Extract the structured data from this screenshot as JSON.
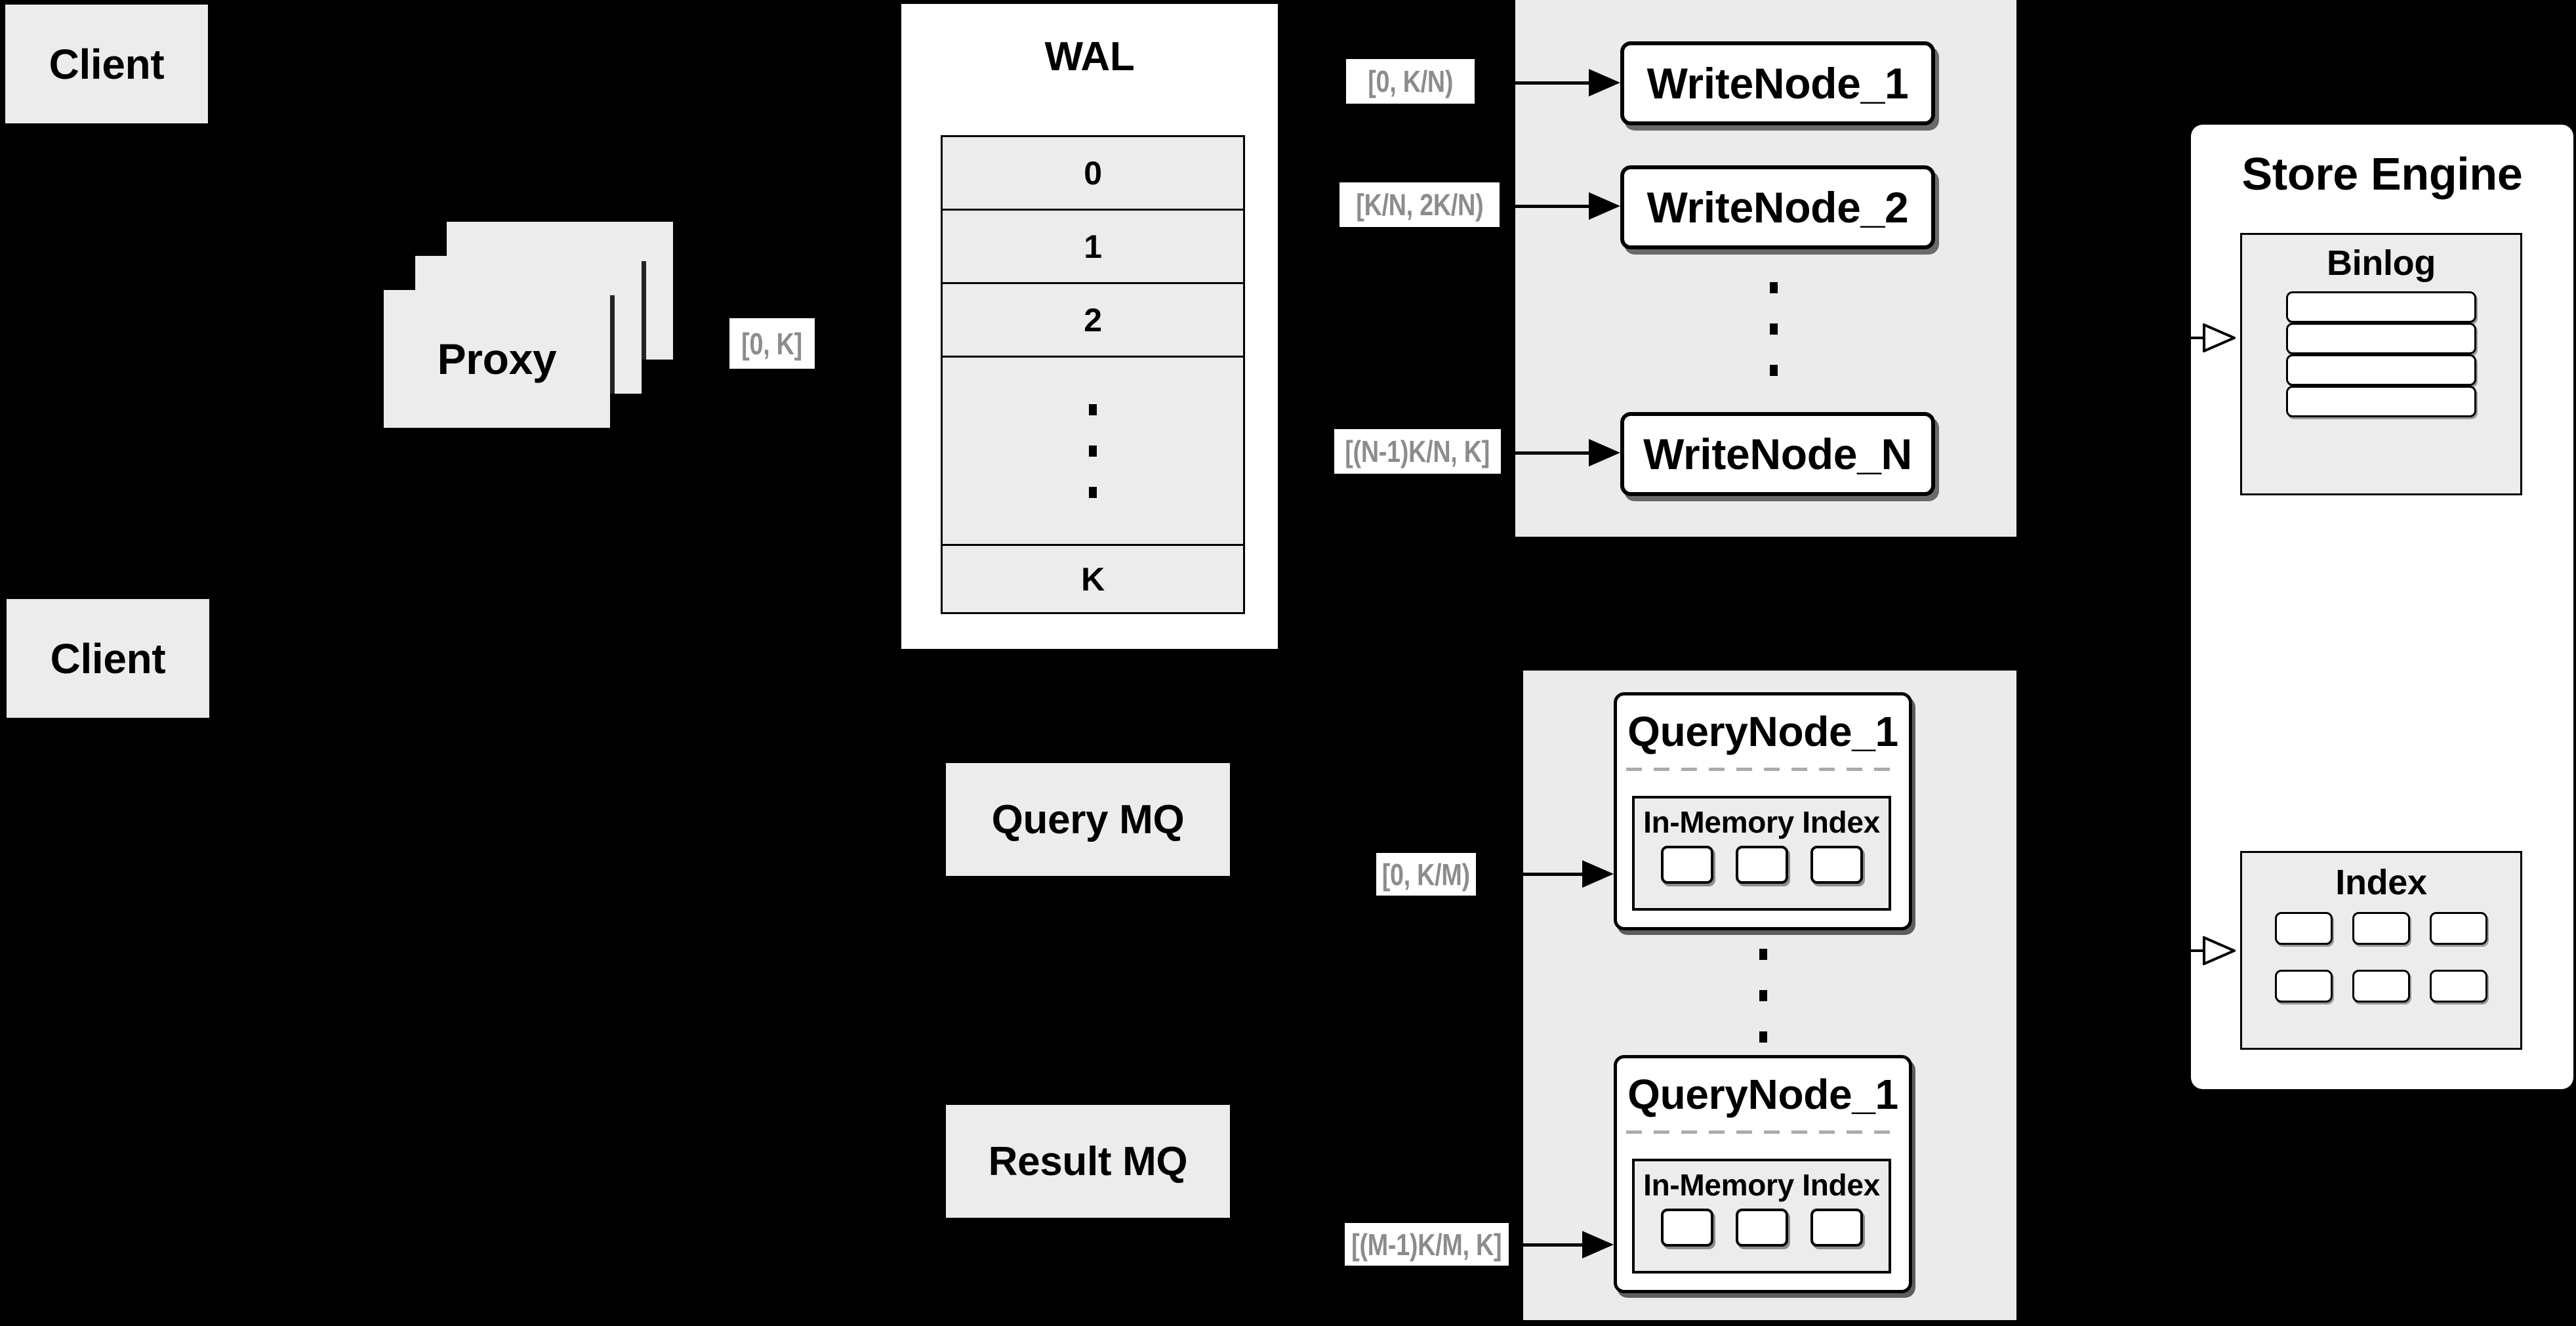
{
  "diagram": {
    "clients": {
      "top": "Client",
      "bottom": "Client"
    },
    "proxy": {
      "label": "Proxy"
    },
    "flow_labels": {
      "proxy_to_wal": "[0, K]",
      "write_1": "[0, K/N)",
      "write_2": "[K/N, 2K/N)",
      "write_n": "[(N-1)K/N, K]",
      "query_1": "[0, K/M)",
      "query_m": "[(M-1)K/M, K]"
    },
    "wal": {
      "title": "WAL",
      "rows": [
        "0",
        "1",
        "2"
      ],
      "last_row": "K"
    },
    "write_nodes": {
      "node_1": "WriteNode_1",
      "node_2": "WriteNode_2",
      "node_n": "WriteNode_N"
    },
    "mq": {
      "query": "Query MQ",
      "result": "Result MQ"
    },
    "query_nodes": {
      "top": {
        "title": "QueryNode_1",
        "index_label": "In-Memory Index"
      },
      "bottom": {
        "title": "QueryNode_1",
        "index_label": "In-Memory Index"
      }
    },
    "store_engine": {
      "title": "Store Engine",
      "binlog": {
        "title": "Binlog"
      },
      "index": {
        "title": "Index"
      }
    },
    "colors": {
      "background": "#000000",
      "panel": "#ebebeb",
      "box_fill": "#ececec",
      "node_fill": "#ffffff",
      "border": "#000000",
      "label_text": "#8c8c8c",
      "text": "#000000",
      "dashed_divider": "#aaaaaa"
    }
  }
}
